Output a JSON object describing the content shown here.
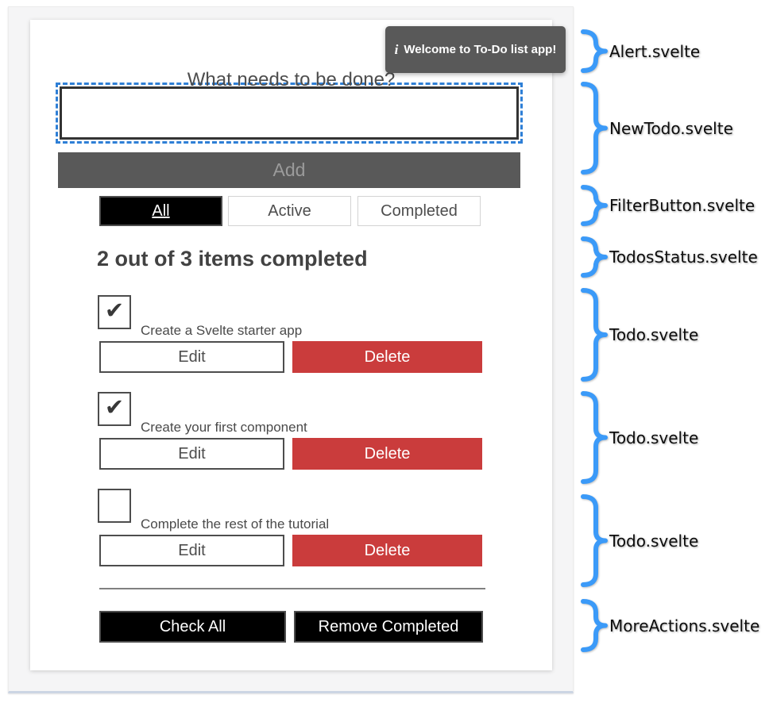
{
  "app": {
    "alert": {
      "icon_glyph": "i",
      "text": "Welcome to To-Do list app!"
    },
    "heading": "What needs to be done?",
    "new_todo": {
      "input_value": "",
      "add_label": "Add"
    },
    "filters": [
      {
        "label": "All",
        "selected": true
      },
      {
        "label": "Active",
        "selected": false
      },
      {
        "label": "Completed",
        "selected": false
      }
    ],
    "status": "2 out of 3 items completed",
    "todos": [
      {
        "label": "Create a Svelte starter app",
        "checked": true
      },
      {
        "label": "Create your first component",
        "checked": true
      },
      {
        "label": "Complete the rest of the tutorial",
        "checked": false
      }
    ],
    "todo_actions": {
      "edit": "Edit",
      "delete": "Delete"
    },
    "more_actions": {
      "check_all": "Check All",
      "remove_completed": "Remove Completed"
    },
    "checkmark_glyph": "✔"
  },
  "annotations": [
    {
      "label": "Alert.svelte"
    },
    {
      "label": "NewTodo.svelte"
    },
    {
      "label": "FilterButton.svelte"
    },
    {
      "label": "TodosStatus.svelte"
    },
    {
      "label": "Todo.svelte"
    },
    {
      "label": "Todo.svelte"
    },
    {
      "label": "Todo.svelte"
    },
    {
      "label": "MoreActions.svelte"
    }
  ],
  "colors": {
    "accent_blue": "#3b9af8",
    "focus_dash_blue": "#2e7fd6",
    "danger_red": "#ca3c3c",
    "alert_bg": "#595959"
  }
}
